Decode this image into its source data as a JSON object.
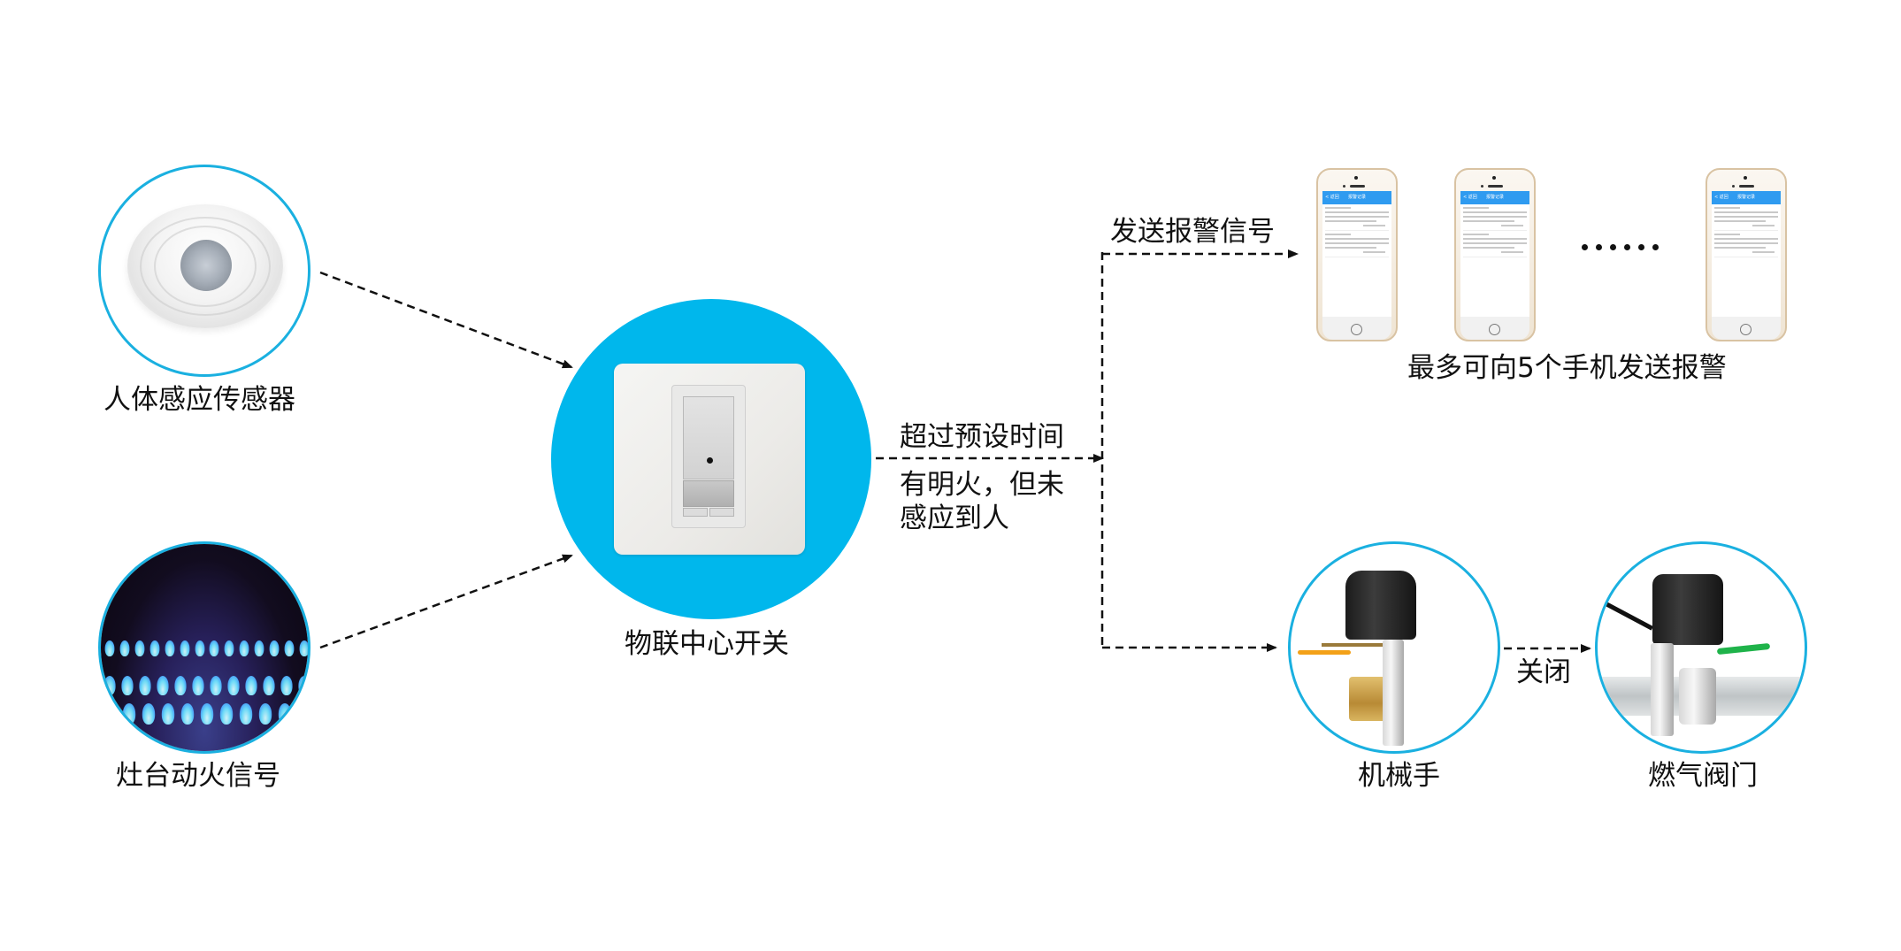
{
  "diagram": {
    "title": "燃气安全联动示意",
    "colors": {
      "accent": "#00b7ec",
      "ring": "#1ab0e0",
      "arrow": "#111111",
      "phone_bar": "#2f9bf0"
    },
    "inputs": [
      {
        "id": "pir",
        "label": "人体感应传感器",
        "icon": "motion-sensor-icon"
      },
      {
        "id": "flame",
        "label": "灶台动火信号",
        "icon": "stove-flame-icon"
      }
    ],
    "hub": {
      "label": "物联中心开关",
      "icon": "smart-switch-icon"
    },
    "condition": {
      "line1": "超过预设时间",
      "line2": "有明火，但未",
      "line3": "感应到人"
    },
    "alarm_branch": {
      "label": "发送报警信号",
      "caption": "最多可向5个手机发送报警",
      "phone_screen": {
        "back": "< 返回",
        "title": "报警记录"
      },
      "phones_shown": 3,
      "ellipsis": "……"
    },
    "valve_branch": {
      "actuator_label": "机械手",
      "action_label": "关闭",
      "valve_label": "燃气阀门"
    }
  }
}
